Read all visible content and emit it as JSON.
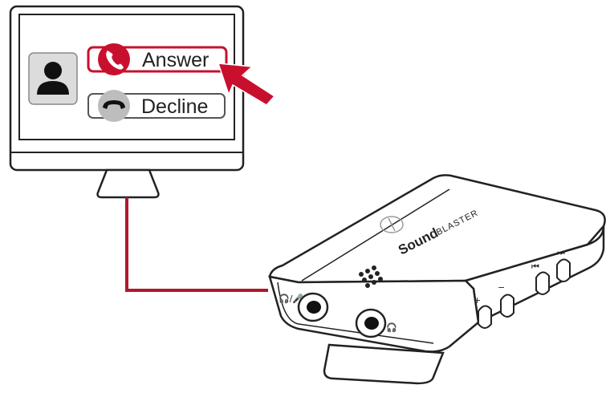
{
  "screen": {
    "answer_label": "Answer",
    "decline_label": "Decline"
  },
  "device": {
    "brand_bold": "Sound",
    "brand_light": "BLASTER",
    "jack_left_symbol": "🎧/🎤",
    "jack_right_symbol": "🎧",
    "vol_up_symbol": "+",
    "vol_down_symbol": "−",
    "prev_symbol": "⏮",
    "next_symbol": "⏭"
  },
  "colors": {
    "accent": "#c8102e",
    "outline": "#222222",
    "avatar_bg": "#dcdcdc",
    "decline_icon_bg": "#bdbdbd"
  }
}
